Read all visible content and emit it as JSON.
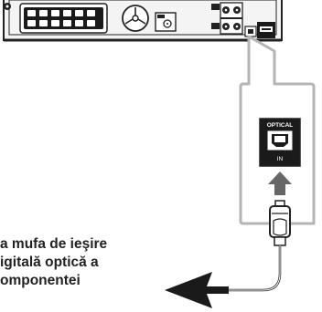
{
  "jack_label": {
    "title": "OPTICAL",
    "sub": "IN"
  },
  "caption": {
    "lines": [
      "a mufa de ieşire",
      "igitală optică a",
      "omponentei"
    ]
  },
  "colors": {
    "line": "#222222",
    "callout_border": "#b4b4b4",
    "arrow_gray": "#666666",
    "panel_dark": "#1a1a1a"
  }
}
